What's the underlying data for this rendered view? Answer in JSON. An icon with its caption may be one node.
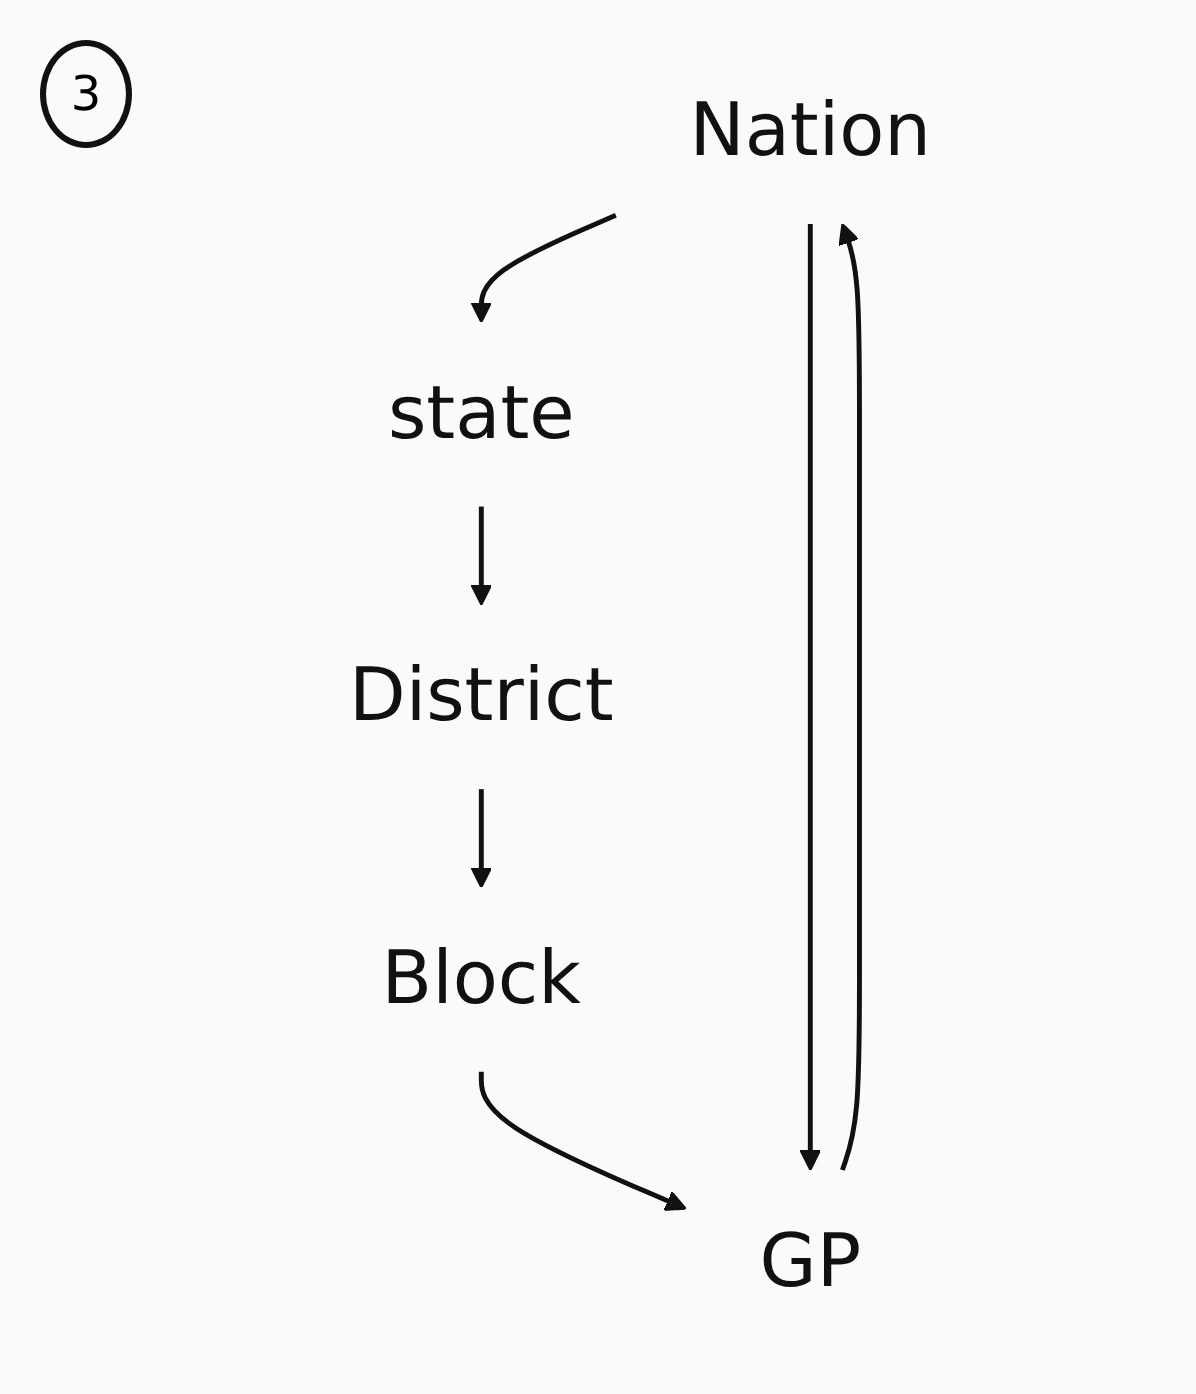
{
  "diagram": {
    "nodes": [
      {
        "text": [
          "Nation"
        ]
      },
      {
        "text": [
          "state"
        ]
      },
      {
        "text": [
          "District"
        ]
      },
      {
        "text": [
          "Block"
        ]
      },
      {
        "text": [
          "GP"
        ]
      }
    ],
    "edges": [
      {
        "from": 0,
        "to": 1,
        "arrow": "to"
      },
      {
        "from": 1,
        "to": 2,
        "arrow": "to"
      },
      {
        "from": 2,
        "to": 3,
        "arrow": "to"
      },
      {
        "from": 3,
        "to": 4,
        "arrow": "to"
      },
      {
        "from": 0,
        "to": 4,
        "arrow": "to"
      },
      {
        "from": 4,
        "to": 0,
        "arrow": "to"
      }
    ],
    "labels": [
      "3"
    ]
  }
}
